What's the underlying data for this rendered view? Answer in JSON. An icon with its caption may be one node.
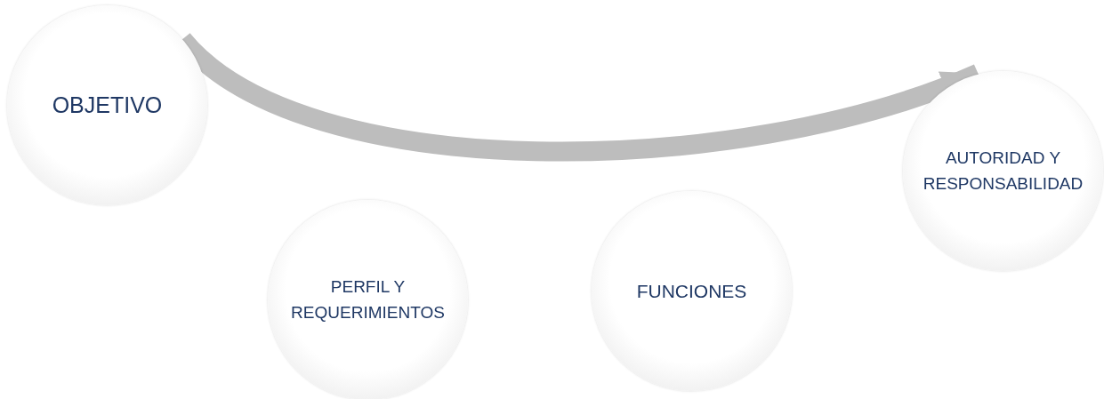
{
  "diagram": {
    "nodes": [
      {
        "text": [
          "OBJETIVO"
        ]
      },
      {
        "text": [
          "PERFIL Y REQUERIMIENTOS"
        ]
      },
      {
        "text": [
          "FUNCIONES"
        ]
      },
      {
        "text": [
          "AUTORIDAD Y RESPONSABILIDAD"
        ]
      }
    ],
    "edges": [
      {
        "from": 0,
        "to": 3,
        "arrow": "to"
      }
    ]
  }
}
